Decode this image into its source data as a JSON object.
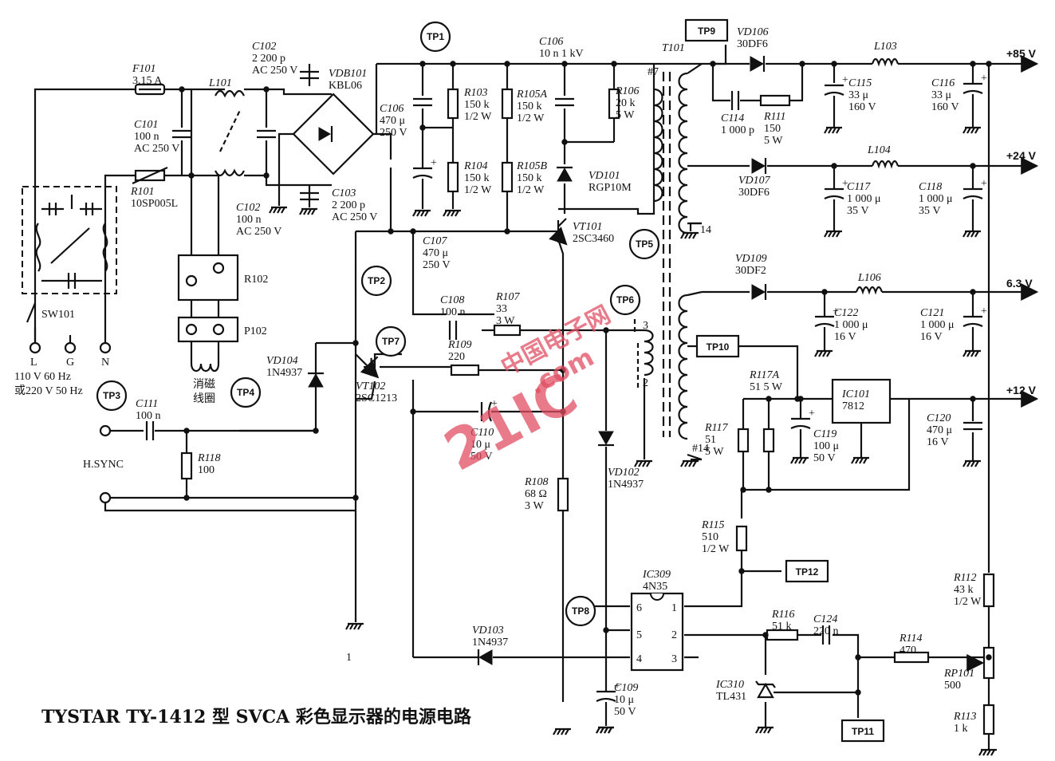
{
  "caption": "TYSTAR TY-1412 型 SVCA 彩色显示器的电源电路",
  "watermark": {
    "brand": "21IC",
    "site": "中国电子网",
    "domain": ".com",
    "color": "#e04d63"
  },
  "outputs": [
    "+85 V",
    "+24 V",
    "6.3 V",
    "+12 V"
  ],
  "test_points": [
    "TP1",
    "TP2",
    "TP3",
    "TP4",
    "TP5",
    "TP6",
    "TP7",
    "TP8",
    "TP9",
    "TP10",
    "TP11",
    "TP12"
  ],
  "inputs": {
    "L": "L",
    "G": "G",
    "N": "N",
    "mains_line1": "110 V  60 Hz",
    "mains_line2": "或220 V 50 Hz",
    "hsync": "H.SYNC",
    "sw": "SW101"
  },
  "degauss": {
    "r": "R102",
    "p": "P102",
    "coil": "消磁\n线圈"
  },
  "parts": [
    {
      "id": "F101",
      "name": "F101",
      "lines": [
        "F101",
        "3.15 A"
      ]
    },
    {
      "id": "L101",
      "name": "L101",
      "lines": [
        "L101"
      ]
    },
    {
      "id": "C101",
      "name": "C101",
      "lines": [
        "C101",
        "100 n",
        "AC 250 V"
      ]
    },
    {
      "id": "C102a",
      "name": "C102",
      "lines": [
        "C102",
        "2 200 p",
        "AC 250 V"
      ]
    },
    {
      "id": "C102b",
      "name": "C102",
      "lines": [
        "C102",
        "100 n",
        "AC 250 V"
      ]
    },
    {
      "id": "C103",
      "name": "C103",
      "lines": [
        "C103",
        "2 200 p",
        "AC 250 V"
      ]
    },
    {
      "id": "R101",
      "name": "R101",
      "lines": [
        "R101",
        "10SP005L"
      ]
    },
    {
      "id": "VDB101",
      "name": "VDB101",
      "lines": [
        "VDB101",
        "KBL06"
      ]
    },
    {
      "id": "C106a",
      "name": "C106",
      "lines": [
        "C106",
        "470 μ",
        "250 V"
      ]
    },
    {
      "id": "R103",
      "name": "R103",
      "lines": [
        "R103",
        "150 k",
        "1/2 W"
      ]
    },
    {
      "id": "R104",
      "name": "R104",
      "lines": [
        "R104",
        "150 k",
        "1/2 W"
      ]
    },
    {
      "id": "R105A",
      "name": "R105A",
      "lines": [
        "R105A",
        "150 k",
        "1/2 W"
      ]
    },
    {
      "id": "R105B",
      "name": "R105B",
      "lines": [
        "R105B",
        "150 k",
        "1/2 W"
      ]
    },
    {
      "id": "C106b",
      "name": "C106",
      "lines": [
        "C106",
        "10 n  1 kV"
      ]
    },
    {
      "id": "R106",
      "name": "R106",
      "lines": [
        "R106",
        "20 k",
        "5 W"
      ]
    },
    {
      "id": "VD101",
      "name": "VD101",
      "lines": [
        "VD101",
        "RGP10M"
      ]
    },
    {
      "id": "VT101",
      "name": "VT101",
      "lines": [
        "VT101",
        "2SC3460"
      ]
    },
    {
      "id": "C107",
      "name": "C107",
      "lines": [
        "C107",
        "470 μ",
        "250 V"
      ]
    },
    {
      "id": "C108",
      "name": "C108",
      "lines": [
        "C108",
        "100 n"
      ]
    },
    {
      "id": "R107",
      "name": "R107",
      "lines": [
        "R107",
        "33",
        "3 W"
      ]
    },
    {
      "id": "R109",
      "name": "R109",
      "lines": [
        "R109",
        "220"
      ]
    },
    {
      "id": "VD104",
      "name": "VD104",
      "lines": [
        "VD104",
        "1N4937"
      ]
    },
    {
      "id": "VT102",
      "name": "VT102",
      "lines": [
        "VT102",
        "2SC1213"
      ]
    },
    {
      "id": "C110",
      "name": "C110",
      "lines": [
        "C110",
        "10 μ",
        "50 V"
      ]
    },
    {
      "id": "C111",
      "name": "C111",
      "lines": [
        "C111",
        "100 n"
      ]
    },
    {
      "id": "R118",
      "name": "R118",
      "lines": [
        "R118",
        "100"
      ]
    },
    {
      "id": "R108",
      "name": "R108",
      "lines": [
        "R108",
        "68 Ω",
        "3 W"
      ]
    },
    {
      "id": "VD102",
      "name": "VD102",
      "lines": [
        "VD102",
        "1N4937"
      ]
    },
    {
      "id": "VD103",
      "name": "VD103",
      "lines": [
        "VD103",
        "1N4937"
      ]
    },
    {
      "id": "C109",
      "name": "C109",
      "lines": [
        "C109",
        "10 μ",
        "50 V"
      ]
    },
    {
      "id": "IC309",
      "name": "IC309",
      "lines": [
        "IC309",
        "4N35"
      ]
    },
    {
      "id": "T101",
      "name": "T101",
      "lines": [
        "T101"
      ]
    },
    {
      "id": "VD106",
      "name": "VD106",
      "lines": [
        "VD106",
        "30DF6"
      ]
    },
    {
      "id": "C114",
      "name": "C114",
      "lines": [
        "C114",
        "1 000 p"
      ]
    },
    {
      "id": "R111",
      "name": "R111",
      "lines": [
        "R111",
        "150",
        "5 W"
      ]
    },
    {
      "id": "C115",
      "name": "C115",
      "lines": [
        "C115",
        "33 μ",
        "160 V"
      ]
    },
    {
      "id": "L103",
      "name": "L103",
      "lines": [
        "L103"
      ]
    },
    {
      "id": "C116",
      "name": "C116",
      "lines": [
        "C116",
        "33 μ",
        "160 V"
      ]
    },
    {
      "id": "VD107",
      "name": "VD107",
      "lines": [
        "VD107",
        "30DF6"
      ]
    },
    {
      "id": "C117",
      "name": "C117",
      "lines": [
        "C117",
        "1 000 μ",
        "35 V"
      ]
    },
    {
      "id": "L104",
      "name": "L104",
      "lines": [
        "L104"
      ]
    },
    {
      "id": "C118",
      "name": "C118",
      "lines": [
        "C118",
        "1 000 μ",
        "35 V"
      ]
    },
    {
      "id": "VD109",
      "name": "VD109",
      "lines": [
        "VD109",
        "30DF2"
      ]
    },
    {
      "id": "C122",
      "name": "C122",
      "lines": [
        "C122",
        "1 000 μ",
        "16 V"
      ]
    },
    {
      "id": "L106",
      "name": "L106",
      "lines": [
        "L106"
      ]
    },
    {
      "id": "C121",
      "name": "C121",
      "lines": [
        "C121",
        "1 000 μ",
        "16 V"
      ]
    },
    {
      "id": "R117A",
      "name": "R117A",
      "lines": [
        "R117A",
        "51  5 W"
      ]
    },
    {
      "id": "R117",
      "name": "R117",
      "lines": [
        "R117",
        "51",
        "5 W"
      ]
    },
    {
      "id": "IC101",
      "name": "IC101",
      "lines": [
        "IC101",
        "7812"
      ]
    },
    {
      "id": "C119",
      "name": "C119",
      "lines": [
        "C119",
        "100 μ",
        "50 V"
      ]
    },
    {
      "id": "C120",
      "name": "C120",
      "lines": [
        "C120",
        "470 μ",
        "16 V"
      ]
    },
    {
      "id": "R115",
      "name": "R115",
      "lines": [
        "R115",
        "510",
        "1/2 W"
      ]
    },
    {
      "id": "R116",
      "name": "R116",
      "lines": [
        "R116",
        "51 k"
      ]
    },
    {
      "id": "C124",
      "name": "C124",
      "lines": [
        "C124",
        "220 n"
      ]
    },
    {
      "id": "R114",
      "name": "R114",
      "lines": [
        "R114",
        "470"
      ]
    },
    {
      "id": "IC310",
      "name": "IC310",
      "lines": [
        "IC310",
        "TL431"
      ]
    },
    {
      "id": "R112",
      "name": "R112",
      "lines": [
        "R112",
        "43 k",
        "1/2 W"
      ]
    },
    {
      "id": "RP101",
      "name": "RP101",
      "lines": [
        "RP101",
        "500"
      ]
    },
    {
      "id": "R113",
      "name": "R113",
      "lines": [
        "R113",
        "1 k"
      ]
    }
  ],
  "pins": [
    "6",
    "5",
    "4",
    "1",
    "2",
    "3",
    "#7",
    "14",
    "3",
    "2",
    "#14",
    "1"
  ]
}
